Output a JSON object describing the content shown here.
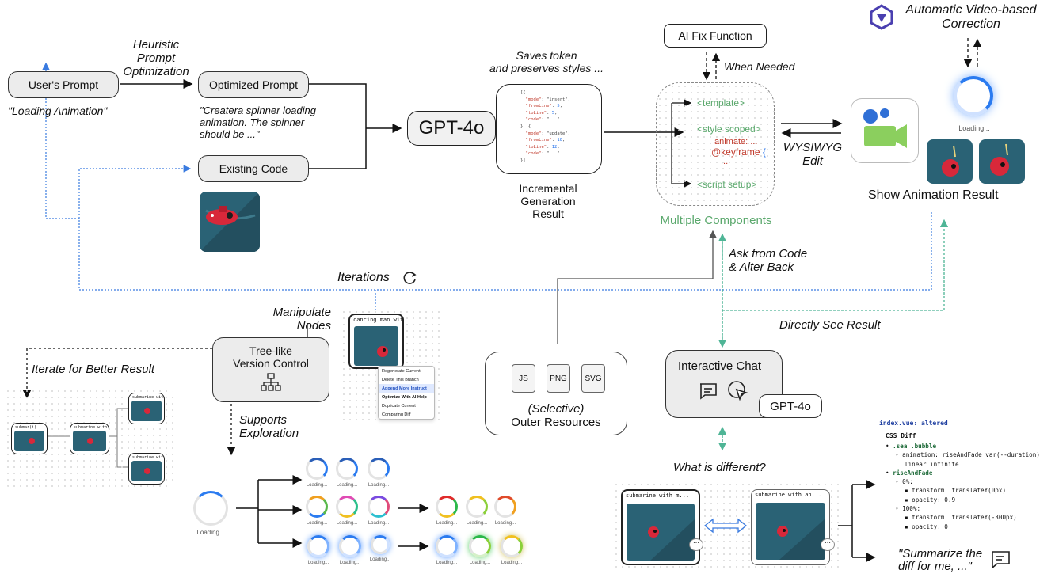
{
  "nodes": {
    "users_prompt": "User's Prompt",
    "users_prompt_example": "\"Loading Animation\"",
    "heuristic": [
      "Heuristic",
      "Prompt",
      "Optimization"
    ],
    "optimized_prompt": "Optimized Prompt",
    "optimized_example": [
      "\"Createra spinner loading",
      "animation. The spinner",
      "should be ...\""
    ],
    "existing_code": "Existing Code",
    "gpt4o": "GPT-4o",
    "saves_token": [
      "Saves token",
      "and preserves styles ..."
    ],
    "incremental": [
      "Incremental",
      "Generation",
      "Result"
    ],
    "ai_fix": "AI Fix Function",
    "when_needed": "When Needed",
    "video_correction": [
      "Automatic Video-based",
      "Correction"
    ],
    "template_tag": "<template>",
    "style_tag": "<style scoped>",
    "animate": "animate: ...",
    "keyframe": "@keyframe",
    "brace": "{",
    "ellipsis": "...",
    "script_tag": "<script setup>",
    "multiple_components": "Multiple Components",
    "wysiwyg": [
      "WYSIWYG",
      "Edit"
    ],
    "loading": "Loading...",
    "show_result": "Show Animation Result",
    "iterations": "Iterations",
    "ask_from_code": [
      "Ask from Code",
      "& Alter Back"
    ],
    "directly_see": "Directly See Result",
    "manipulate": [
      "Manipulate",
      "Nodes"
    ],
    "tree_version": [
      "Tree-like",
      "Version Control"
    ],
    "iterate_better": "Iterate for Better Result",
    "supports_exploration": [
      "Supports",
      "Exploration"
    ],
    "outer_resources": [
      "(Selective)",
      "Outer Resources"
    ],
    "file_types": [
      "JS",
      "PNG",
      "SVG"
    ],
    "interactive_chat": "Interactive Chat",
    "chat_gpt": "GPT-4o",
    "what_different": "What is different?",
    "summarize": [
      "\"Summarize the",
      "diff for me, ...\""
    ]
  },
  "code_json": [
    "[{",
    "  \"mode\": \"insert\",",
    "  \"fromLine\": 5,",
    "  \"toLine\": 5,",
    "  \"code\": \"...\"",
    "}, {",
    "  \"mode\": \"update\",",
    "  \"fromLine\": 10,",
    "  \"toLine\": 12,",
    "  \"code\": \"...\"",
    "}]"
  ],
  "context_menu": [
    "Regenerate Current",
    "Delete This Branch",
    "Append More Instruct",
    "Optimize With AI Help",
    "Duplicate Current",
    "Comparing Diff"
  ],
  "node_titles": {
    "main": "cancing man with...",
    "compare_left": "submarine with m...",
    "compare_right": "submarine with an...",
    "tree_root": "submar(i)",
    "tree_mid": "submarine with s...",
    "tree_top": "submarine with...",
    "tree_bottom": "submarine with..."
  },
  "diff": {
    "title": "index.vue: altered",
    "subtitle": "CSS Diff",
    "lines": [
      {
        "indent": 0,
        "bullet": "•",
        "text": ".sea .bubble",
        "bold": true
      },
      {
        "indent": 1,
        "bullet": "◦",
        "text": "animation: riseAndFade var(--duration)",
        "bold": false
      },
      {
        "indent": 2,
        "bullet": "",
        "text": "linear infinite",
        "bold": false
      },
      {
        "indent": 0,
        "bullet": "•",
        "text": "riseAndFade",
        "bold": true
      },
      {
        "indent": 1,
        "bullet": "◦",
        "text": "0%:",
        "bold": false
      },
      {
        "indent": 2,
        "bullet": "▪",
        "text": "transform: translateY(0px)",
        "bold": false
      },
      {
        "indent": 2,
        "bullet": "▪",
        "text": "opacity: 0.9",
        "bold": false
      },
      {
        "indent": 1,
        "bullet": "◦",
        "text": "100%:",
        "bold": false
      },
      {
        "indent": 2,
        "bullet": "▪",
        "text": "transform: translateY(-300px)",
        "bold": false
      },
      {
        "indent": 2,
        "bullet": "▪",
        "text": "opacity: 0",
        "bold": false
      }
    ]
  },
  "colors": {
    "green": "#5aa86c",
    "blue_arrow": "#3a7be0",
    "teal_arrow": "#4fb596",
    "code_red": "#c0392b",
    "code_blue": "#1f6feb",
    "scene": "#2a6275"
  },
  "icons": [
    "refresh-icon",
    "tree-icon",
    "chat-icon",
    "cursor-icon",
    "video-app-icon",
    "qwen-logo-icon",
    "summary-chat-icon",
    "submarine-image"
  ]
}
